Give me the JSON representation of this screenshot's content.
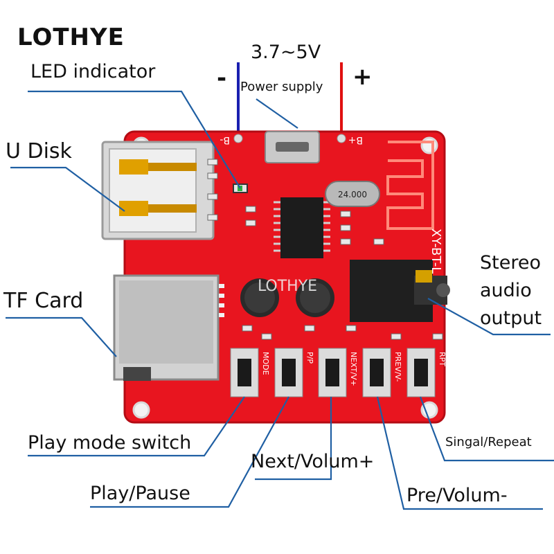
{
  "brand": "LOTHYE",
  "voltage": "3.7~5V",
  "power_supply": "Power supply",
  "minus_sign": "-",
  "plus_sign": "+",
  "labels": {
    "led": "LED indicator",
    "udisk": "U Disk",
    "tfcard": "TF Card",
    "stereo1": "Stereo",
    "stereo2": "audio",
    "stereo3": "output",
    "play_mode": "Play mode switch",
    "play_pause": "Play/Pause",
    "next": "Next/Volum+",
    "pre": "Pre/Volum-",
    "single": "Singal/Repeat"
  },
  "board": {
    "model": "XY-BT-L",
    "crystal": "24.000",
    "watermark": "LOTHYE",
    "pad_minus": "B-",
    "pad_plus": "B+",
    "button_marks": [
      "MODE",
      "P/P",
      "NEXT/V+",
      "PREV/V-",
      "RPT"
    ]
  },
  "colors": {
    "pcb": "#e8151f",
    "minus_wire": "#1a1fb0",
    "plus_wire": "#e01010",
    "leader": "#1f5fa3"
  }
}
